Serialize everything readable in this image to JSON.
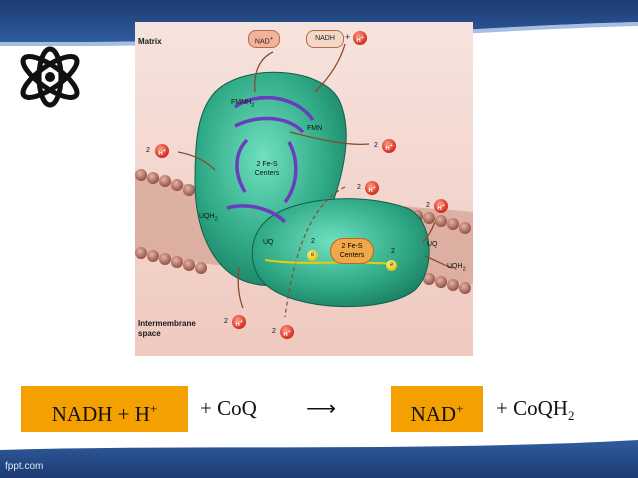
{
  "figure": {
    "matrix_label": "Matrix",
    "intermembrane_label": "Intermembrane space",
    "nad_plus": "NAD",
    "nadh": "NADH",
    "plus": "+",
    "h_ion": "H",
    "fmnh2": "FMNH",
    "fmnh2_sub": "2",
    "fmn": "FMN",
    "fes_centers_left": "2 Fe-S Centers",
    "fes_centers_right": "2 Fe-S Centers",
    "uqh2": "UQH",
    "uqh2_sub": "2",
    "uq": "UQ",
    "two": "2",
    "electron": "e",
    "colors": {
      "protein": "#2fa986",
      "membrane": "#c98a7c",
      "arrow_purple": "#6a3cc0",
      "arrow_brown": "#8a4a2a"
    }
  },
  "equation": {
    "left_box": "NADH + H",
    "left_box_sup": "+",
    "mid": "+ CoQ",
    "arrow": "⟶",
    "right_box": "NAD",
    "right_box_sup": "+",
    "tail": "+ CoQH",
    "tail_sub": "2",
    "box_color": "#f4a000"
  },
  "footer": {
    "text": "fppt.com"
  },
  "icons": {
    "logo": "atom-icon"
  }
}
